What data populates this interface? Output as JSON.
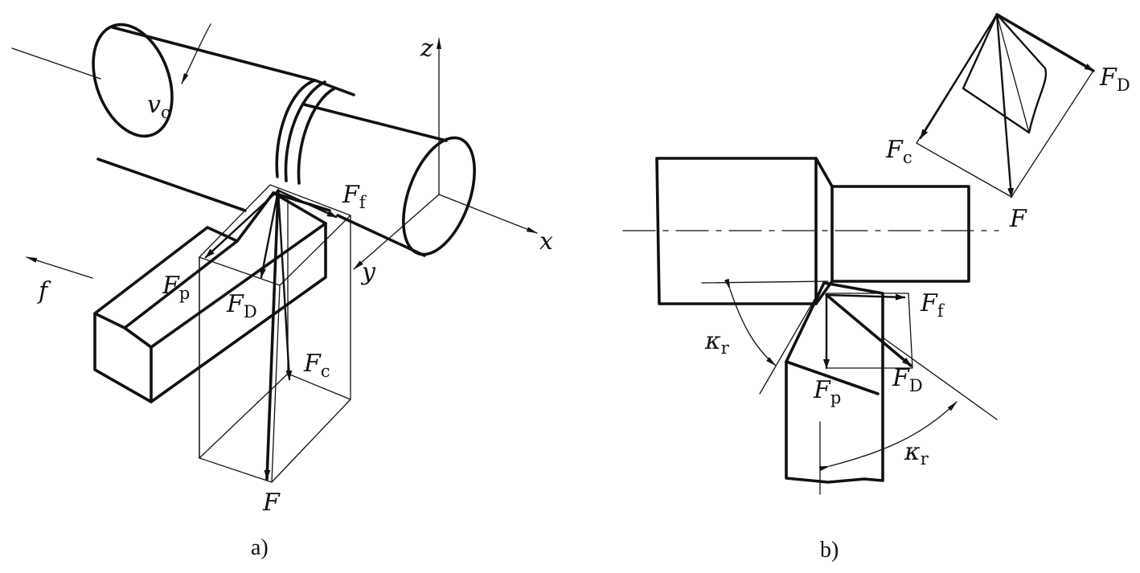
{
  "panel_a": {
    "caption": "a)",
    "labels": {
      "vc": {
        "main": "v",
        "sub": "c"
      },
      "z": {
        "main": "z"
      },
      "x": {
        "main": "x"
      },
      "y": {
        "main": "y"
      },
      "f": {
        "main": "f"
      },
      "Ff": {
        "main": "F",
        "sub": "f"
      },
      "Fp": {
        "main": "F",
        "sub": "p"
      },
      "FD": {
        "main": "F",
        "sub": "D"
      },
      "Fc": {
        "main": "F",
        "sub": "c"
      },
      "F": {
        "main": "F"
      }
    }
  },
  "panel_b": {
    "caption": "b)",
    "labels": {
      "FD_top": {
        "main": "F",
        "sub": "D"
      },
      "Fc_top": {
        "main": "F",
        "sub": "c"
      },
      "F_top": {
        "main": "F"
      },
      "kr_left": {
        "main": "κ",
        "sub": "r"
      },
      "Ff": {
        "main": "F",
        "sub": "f"
      },
      "Fp": {
        "main": "F",
        "sub": "p"
      },
      "FD": {
        "main": "F",
        "sub": "D"
      },
      "kr_right": {
        "main": "κ",
        "sub": "r"
      }
    }
  }
}
